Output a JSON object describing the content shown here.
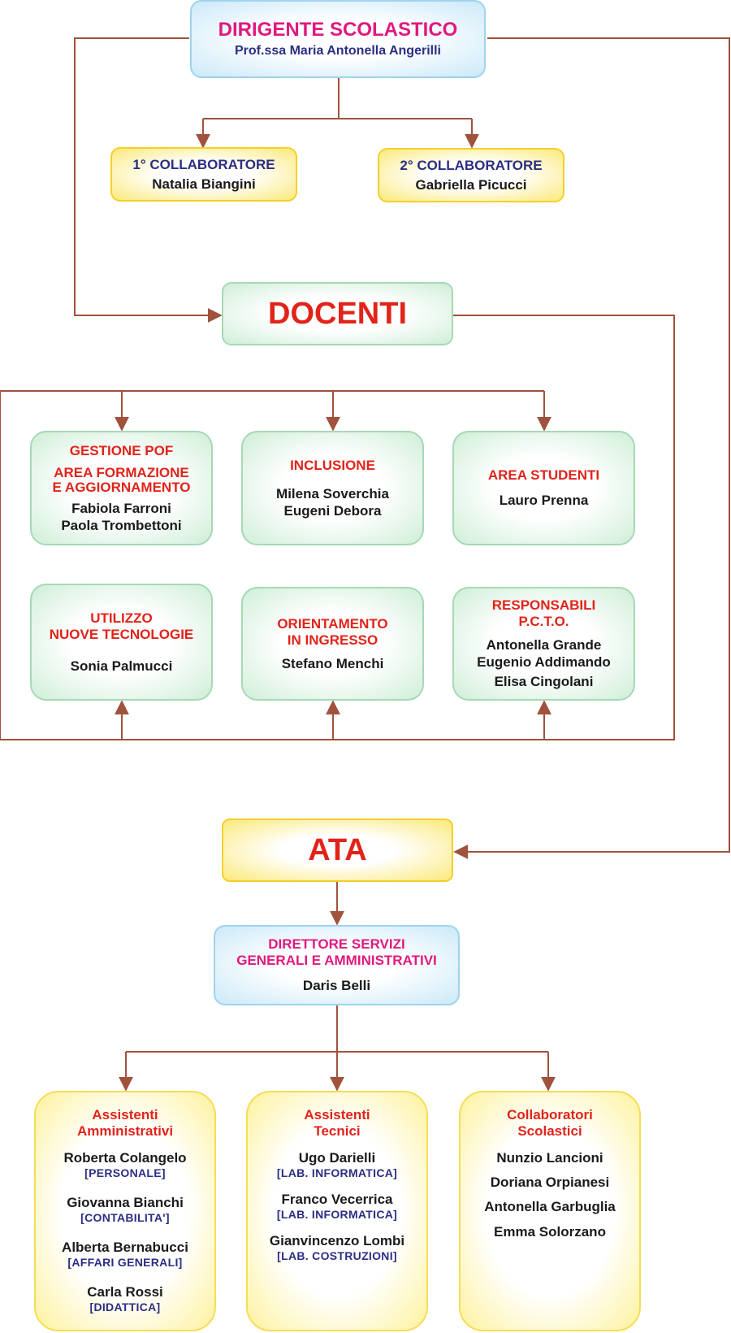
{
  "dirigente": {
    "title": "DIRIGENTE SCOLASTICO",
    "name": "Prof.ssa Maria Antonella Angerilli"
  },
  "collaboratori": [
    {
      "title": "1° COLLABORATORE",
      "name": "Natalia Biangini"
    },
    {
      "title": "2° COLLABORATORE",
      "name": "Gabriella Picucci"
    }
  ],
  "docenti": {
    "title": "DOCENTI"
  },
  "aree": [
    {
      "titles": [
        "GESTIONE POF",
        "AREA FORMAZIONE",
        "E AGGIORNAMENTO"
      ],
      "names": [
        "Fabiola Farroni",
        "Paola Trombettoni"
      ]
    },
    {
      "titles": [
        "INCLUSIONE"
      ],
      "names": [
        "Milena Soverchia",
        "Eugeni Debora"
      ]
    },
    {
      "titles": [
        "AREA STUDENTI"
      ],
      "names": [
        "Lauro Prenna"
      ]
    },
    {
      "titles": [
        "UTILIZZO",
        "NUOVE TECNOLOGIE"
      ],
      "names": [
        "Sonia Palmucci"
      ]
    },
    {
      "titles": [
        "ORIENTAMENTO",
        "IN INGRESSO"
      ],
      "names": [
        "Stefano Menchi"
      ]
    },
    {
      "titles": [
        "RESPONSABILI",
        "P.C.T.O."
      ],
      "names": [
        "Antonella Grande",
        "Eugenio Addimando",
        "Elisa Cingolani"
      ]
    }
  ],
  "ata": {
    "title": "ATA"
  },
  "dsga": {
    "title_line1": "DIRETTORE SERVIZI",
    "title_line2": "GENERALI E AMMINISTRATIVI",
    "name": "Daris Belli"
  },
  "staff": [
    {
      "title_line1": "Assistenti",
      "title_line2": "Amministrativi",
      "members": [
        {
          "name": "Roberta Colangelo",
          "role": "[PERSONALE]"
        },
        {
          "name": "Giovanna Bianchi",
          "role": "[CONTABILITA']"
        },
        {
          "name": "Alberta Bernabucci",
          "role": "[AFFARI GENERALI]"
        },
        {
          "name": "Carla Rossi",
          "role": "[DIDATTICA]"
        }
      ]
    },
    {
      "title_line1": "Assistenti",
      "title_line2": "Tecnici",
      "members": [
        {
          "name": "Ugo Darielli",
          "role": "[LAB. INFORMATICA]"
        },
        {
          "name": "Franco Vecerrica",
          "role": "[LAB. INFORMATICA]"
        },
        {
          "name": "Gianvincenzo Lombi",
          "role": "[LAB. COSTRUZIONI]"
        }
      ]
    },
    {
      "title_line1": "Collaboratori",
      "title_line2": "Scolastici",
      "members": [
        {
          "name": "Nunzio Lancioni"
        },
        {
          "name": "Doriana Orpianesi"
        },
        {
          "name": "Antonella Garbuglia"
        },
        {
          "name": "Emma Solorzano"
        }
      ]
    }
  ],
  "colors": {
    "connector": "#a0523d",
    "magenta": "#e0197d",
    "navy": "#2b2e83",
    "red": "#e2231a"
  }
}
